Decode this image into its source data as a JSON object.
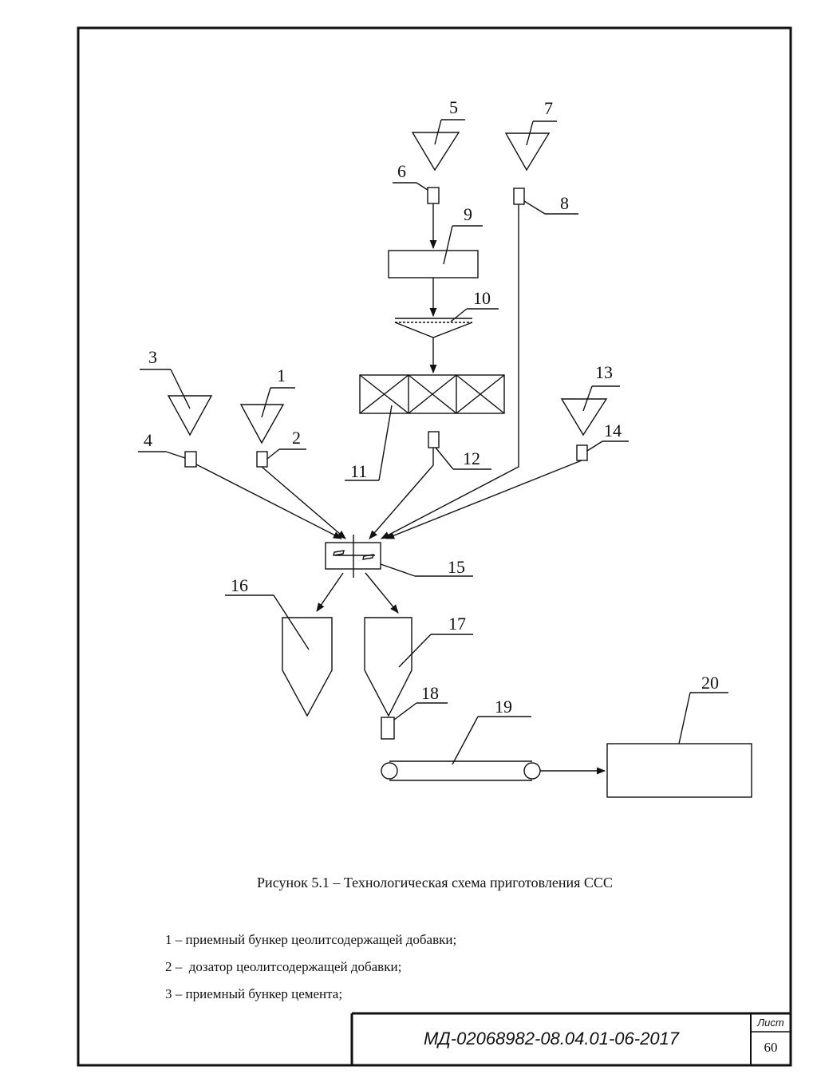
{
  "diagram": {
    "labels": [
      "1",
      "2",
      "3",
      "4",
      "5",
      "6",
      "7",
      "8",
      "9",
      "10",
      "11",
      "12",
      "13",
      "14",
      "15",
      "16",
      "17",
      "18",
      "19",
      "20"
    ]
  },
  "caption": "Рисунок 5.1 – Технологическая схема приготовления ССС",
  "legend": [
    "1 – приемный бункер цеолитсодержащей добавки;",
    "2 –  дозатор цеолитсодержащей добавки;",
    "3 – приемный бункер цемента;"
  ],
  "stamp": {
    "document_code": "МД-02068982-08.04.01-06-2017",
    "sheet_label": "Лист",
    "sheet_number": "60"
  }
}
